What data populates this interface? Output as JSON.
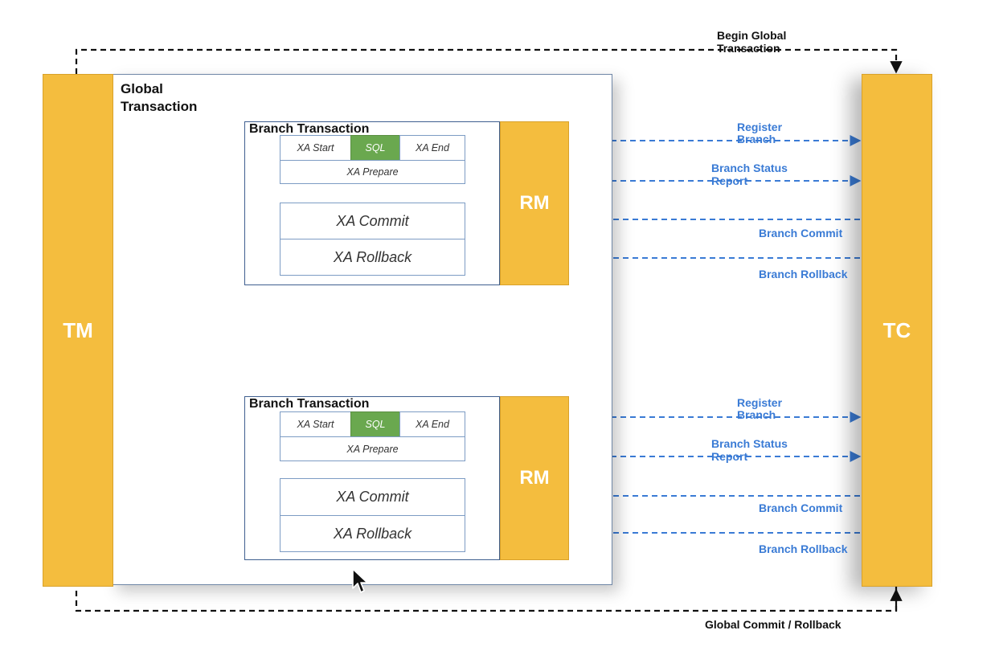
{
  "tm_label": "TM",
  "tc_label": "TC",
  "global": {
    "title_line1": "Global",
    "title_line2": "Transaction"
  },
  "branches": [
    {
      "title": "Branch Transaction",
      "xa_start": "XA Start",
      "sql": "SQL",
      "xa_end": "XA End",
      "xa_prepare": "XA Prepare",
      "xa_commit": "XA Commit",
      "xa_rollback": "XA Rollback",
      "rm_label": "RM",
      "register_line1": "Register",
      "register_line2": "Branch",
      "status_line1": "Branch Status",
      "status_line2": "Report",
      "commit": "Branch Commit",
      "rollback": "Branch Rollback"
    },
    {
      "title": "Branch Transaction",
      "xa_start": "XA Start",
      "sql": "SQL",
      "xa_end": "XA End",
      "xa_prepare": "XA Prepare",
      "xa_commit": "XA Commit",
      "xa_rollback": "XA Rollback",
      "rm_label": "RM",
      "register_line1": "Register",
      "register_line2": "Branch",
      "status_line1": "Branch Status",
      "status_line2": "Report",
      "commit": "Branch Commit",
      "rollback": "Branch Rollback"
    }
  ],
  "begin_line1": "Begin Global",
  "begin_line2": "Transaction",
  "global_end": "Global Commit / Rollback",
  "colors": {
    "pillar": "#f4bd3e",
    "sql": "#6aa84f",
    "arrow": "#3a7bd5",
    "border": "#3f5f8f"
  }
}
